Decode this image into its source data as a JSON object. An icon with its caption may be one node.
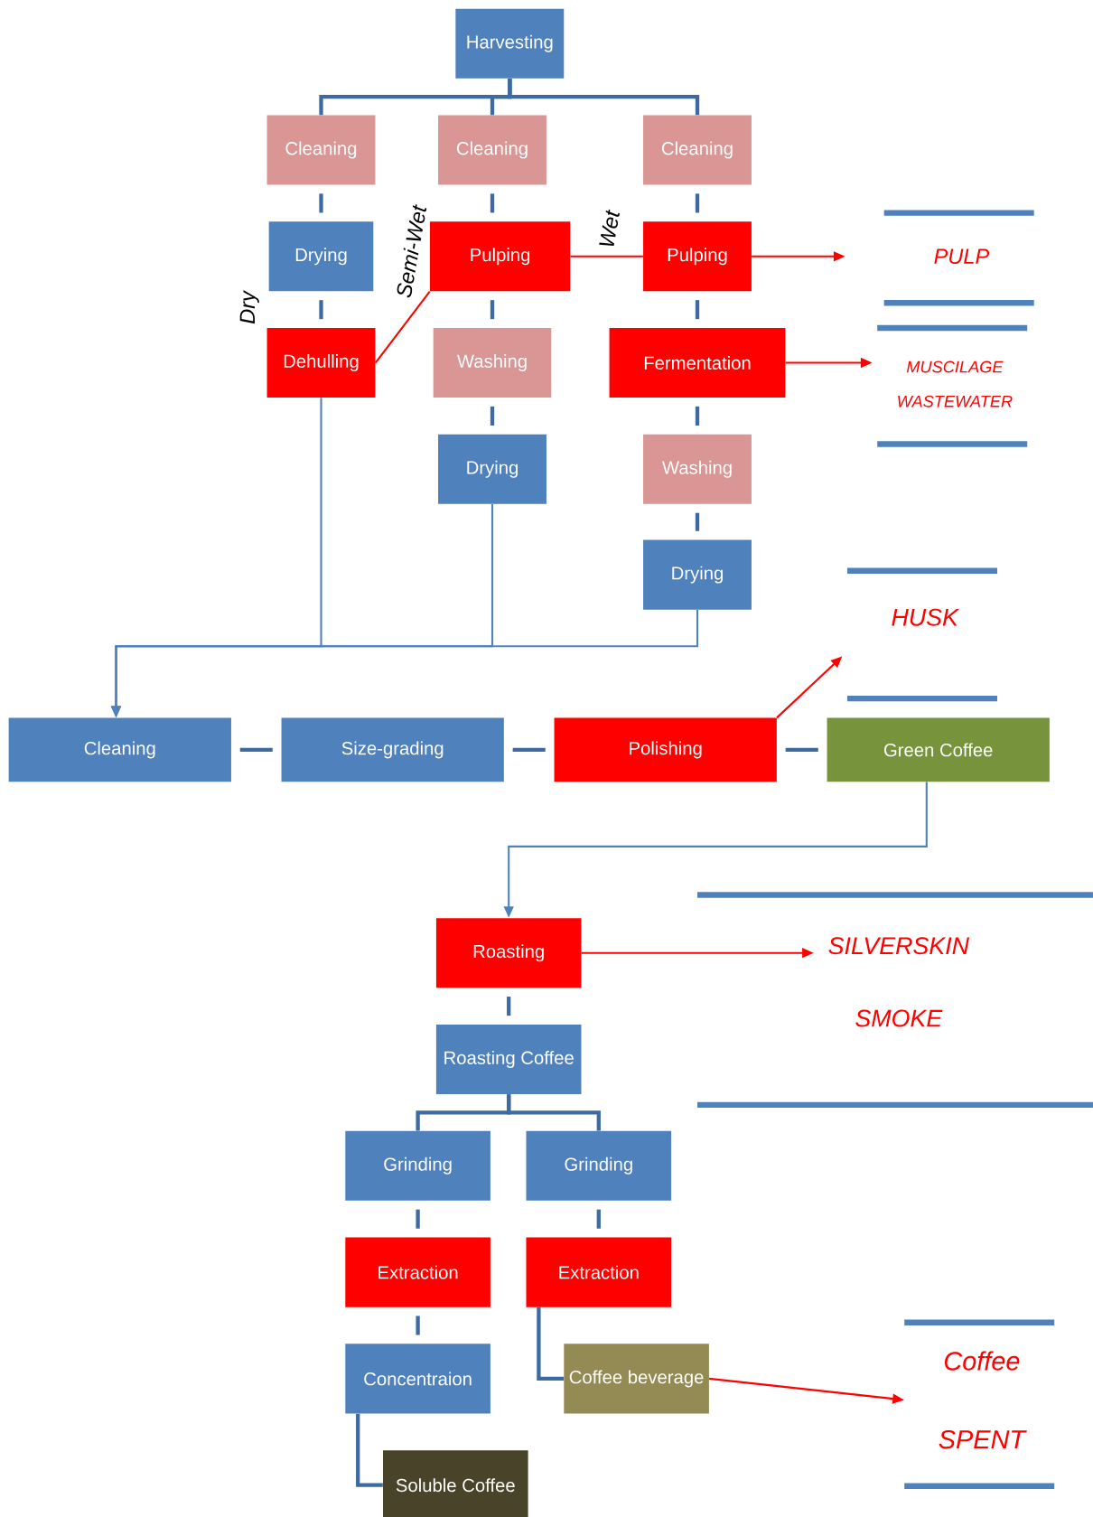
{
  "diagram": {
    "nodes": [
      {
        "text": [
          "Harvesting"
        ]
      },
      {
        "text": [
          "Cleaning"
        ]
      },
      {
        "text": [
          "Cleaning"
        ]
      },
      {
        "text": [
          "Cleaning"
        ]
      },
      {
        "text": [
          "Drying"
        ]
      },
      {
        "text": [
          "Pulping"
        ]
      },
      {
        "text": [
          "Pulping"
        ]
      },
      {
        "text": [
          "Dehulling"
        ]
      },
      {
        "text": [
          "Washing"
        ]
      },
      {
        "text": [
          "Fermentation"
        ]
      },
      {
        "text": [
          "Drying"
        ]
      },
      {
        "text": [
          "Washing"
        ]
      },
      {
        "text": [
          "Drying"
        ]
      },
      {
        "text": [
          "Cleaning"
        ]
      },
      {
        "text": [
          "Size-grading"
        ]
      },
      {
        "text": [
          "Polishing"
        ]
      },
      {
        "text": [
          "Green Coffee"
        ]
      },
      {
        "text": [
          "Roasting"
        ]
      },
      {
        "text": [
          "Roasting Coffee"
        ]
      },
      {
        "text": [
          "Grinding"
        ]
      },
      {
        "text": [
          "Grinding"
        ]
      },
      {
        "text": [
          "Extraction"
        ]
      },
      {
        "text": [
          "Extraction"
        ]
      },
      {
        "text": [
          "Concentraion"
        ]
      },
      {
        "text": [
          "Coffee beverage"
        ]
      },
      {
        "text": [
          "Soluble Coffee"
        ]
      },
      {
        "text": [
          "PULP"
        ]
      },
      {
        "text": [
          "MUSCILAGE WASTEWATER"
        ]
      },
      {
        "text": [
          "HUSK"
        ]
      },
      {
        "text": [
          "SILVERSKIN",
          "SMOKE"
        ]
      },
      {
        "text": [
          "Coffee",
          "SPENT"
        ]
      }
    ],
    "edges": [
      {
        "from": 0,
        "to": 1,
        "arrow": "none"
      },
      {
        "from": 0,
        "to": 2,
        "arrow": "none"
      },
      {
        "from": 0,
        "to": 3,
        "arrow": "none"
      },
      {
        "from": 1,
        "to": 4,
        "arrow": "none"
      },
      {
        "from": 4,
        "to": 7,
        "arrow": "none"
      },
      {
        "from": 2,
        "to": 5,
        "arrow": "none"
      },
      {
        "from": 3,
        "to": 6,
        "arrow": "none"
      },
      {
        "from": 5,
        "to": 6,
        "arrow": "none",
        "color": "#ff0000"
      },
      {
        "from": 7,
        "to": 5,
        "arrow": "none",
        "color": "#ff0000"
      },
      {
        "from": 5,
        "to": 8,
        "arrow": "none"
      },
      {
        "from": 8,
        "to": 10,
        "arrow": "none"
      },
      {
        "from": 6,
        "to": 9,
        "arrow": "none"
      },
      {
        "from": 9,
        "to": 11,
        "arrow": "none"
      },
      {
        "from": 11,
        "to": 12,
        "arrow": "none"
      },
      {
        "from": 6,
        "to": 26,
        "arrow": "to",
        "color": "#ff0000"
      },
      {
        "from": 9,
        "to": 27,
        "arrow": "to",
        "color": "#ff0000"
      },
      {
        "from": 7,
        "to": 13,
        "arrow": "to"
      },
      {
        "from": 10,
        "to": 13,
        "arrow": "to"
      },
      {
        "from": 12,
        "to": 13,
        "arrow": "to"
      },
      {
        "from": 13,
        "to": 14,
        "arrow": "none"
      },
      {
        "from": 14,
        "to": 15,
        "arrow": "none"
      },
      {
        "from": 15,
        "to": 16,
        "arrow": "none"
      },
      {
        "from": 15,
        "to": 28,
        "arrow": "to",
        "color": "#ff0000"
      },
      {
        "from": 16,
        "to": 17,
        "arrow": "to"
      },
      {
        "from": 17,
        "to": 29,
        "arrow": "to",
        "color": "#ff0000"
      },
      {
        "from": 17,
        "to": 18,
        "arrow": "none"
      },
      {
        "from": 18,
        "to": 19,
        "arrow": "none"
      },
      {
        "from": 18,
        "to": 20,
        "arrow": "none"
      },
      {
        "from": 19,
        "to": 21,
        "arrow": "none"
      },
      {
        "from": 21,
        "to": 23,
        "arrow": "none"
      },
      {
        "from": 23,
        "to": 25,
        "arrow": "none"
      },
      {
        "from": 20,
        "to": 22,
        "arrow": "none"
      },
      {
        "from": 22,
        "to": 24,
        "arrow": "none"
      },
      {
        "from": 24,
        "to": 30,
        "arrow": "to",
        "color": "#ff0000"
      }
    ],
    "labels": [
      "Dry",
      "Semi-Wet",
      "Wet"
    ]
  }
}
